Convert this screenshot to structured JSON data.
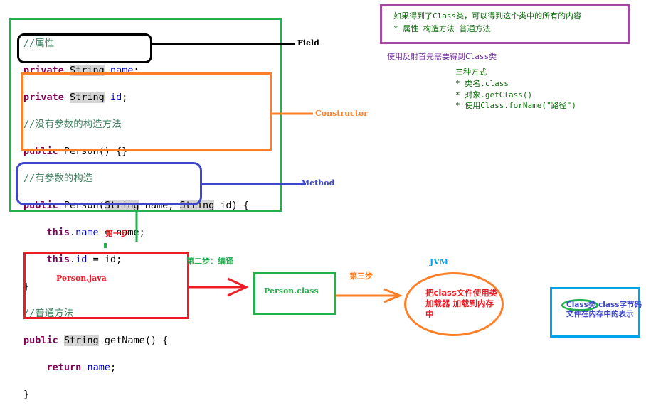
{
  "code": {
    "comment_field": "//属性",
    "field1": {
      "kw": "private",
      "type": "String",
      "name": "name",
      "end": ";"
    },
    "field2": {
      "kw": "private",
      "type": "String",
      "name": "id",
      "end": ";"
    },
    "comment_noarg": "//没有参数的构造方法",
    "ctor1": {
      "kw": "public",
      "rest": " Person() {}"
    },
    "comment_arg": "//有参数的构造",
    "ctor2": {
      "kw": "public",
      "a": " Person(",
      "t1": "String",
      "b": " name, ",
      "t2": "String",
      "c": " id) {"
    },
    "assign1": {
      "kw": "this",
      "dot": ".",
      "field": "name",
      "rest": " = name;"
    },
    "assign2": {
      "kw": "this",
      "dot": ".",
      "field": "id",
      "rest": " = id;"
    },
    "close1": "}",
    "comment_method": "//普通方法",
    "method": {
      "kw": "public",
      "type": "String",
      "rest": " getName() {"
    },
    "ret": {
      "kw": "return",
      "field": "name",
      "end": ";"
    },
    "close2": "}"
  },
  "labels": {
    "field": "Field",
    "constructor": "Constructor",
    "method": "Method",
    "step1": "第一步",
    "step2": "第二步：编译",
    "step3": "第三步",
    "jvm": "JVM",
    "person_java": "Person.java",
    "person_class": "Person.class",
    "loader": "把class文件使用类加载器 加载到内存中",
    "class_obj_highlight": "Class类",
    "class_obj_rest": " class字节码文件在内存中的表示"
  },
  "notes": {
    "box_line1": "如果得到了Class类，可以得到这个类中的所有的内容",
    "box_line2": "* 属性 构造方法 普通方法",
    "reflect": "使用反射首先需要得到Class类",
    "ways_title": "三种方式",
    "way1": "* 类名.class",
    "way2": "* 对象.getClass()",
    "way3": "* 使用Class.forName(\"路径\")"
  },
  "colors": {
    "green": "#22b14c",
    "black": "#000000",
    "orange": "#ff7f27",
    "blue": "#3f48cc",
    "red": "#ed1c24",
    "purple": "#a349a4",
    "cyan": "#00a2e8"
  }
}
